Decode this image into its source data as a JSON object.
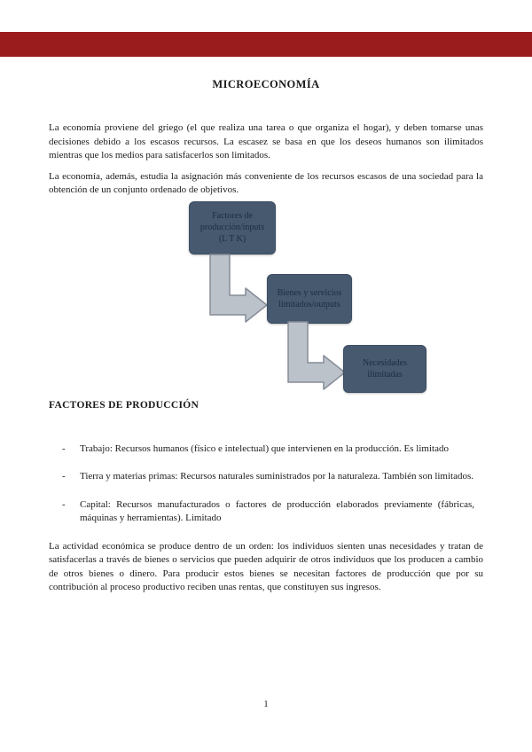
{
  "page": {
    "header_bar_color": "#9b1c1c",
    "title": "MICROECONOMÍA",
    "page_number": "1"
  },
  "intro": {
    "p1": "La economía proviene del griego (el que realiza una tarea o que organiza el hogar), y deben tomarse unas decisiones debido a los escasos recursos. La escasez se basa en que los deseos humanos son ilimitados mientras que los medios para satisfacerlos son limitados.",
    "p2": "La economía, además, estudia la asignación más conveniente de los recursos escasos de una sociedad para la obtención de un conjunto ordenado de objetivos."
  },
  "diagram": {
    "box1": "Factores de\nproducción/inputs\n(L T K)",
    "box2": "Bienes y servicios\nlimitados/outputs",
    "box3": "Necesidades\nilimitadas",
    "box_color": "#47596f",
    "box_text_color": "#1b2d44",
    "arrow_fill": "#bcc2ca",
    "arrow_stroke": "#858c97"
  },
  "factores": {
    "heading": "FACTORES DE PRODUCCIÓN",
    "bullet_char": "-",
    "items": [
      "Trabajo: Recursos humanos (físico e intelectual) que intervienen en la producción. Es limitado",
      "Tierra y materias primas: Recursos naturales suministrados por la naturaleza. También son limitados.",
      "Capital: Recursos manufacturados o factores de producción elaborados previamente (fábricas, máquinas y herramientas). Limitado"
    ]
  },
  "closing": {
    "paragraph": "La actividad económica se produce dentro de un orden: los individuos sienten unas necesidades y tratan de satisfacerlas a través de bienes o servicios que pueden adquirir de otros individuos que los producen a cambio de otros bienes o dinero. Para producir estos bienes se necesitan factores de producción que por su contribución al proceso productivo reciben unas rentas, que constituyen sus ingresos."
  }
}
